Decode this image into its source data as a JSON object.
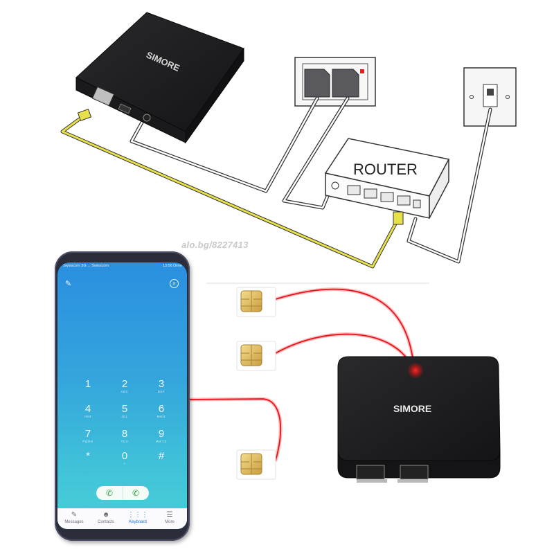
{
  "labels": {
    "router": "ROUTER",
    "brand_top": "SIMORE",
    "brand_bottom": "SIMORE",
    "watermark": "alo.bg/8227413"
  },
  "phone": {
    "status_left": "Swisscom 3G ... Swisscom",
    "status_right": "13:56 Dime",
    "add_contact_icon": "add-contact-icon",
    "close_icon": "close-circle-icon",
    "keys": [
      {
        "digit": "1",
        "letters": ""
      },
      {
        "digit": "2",
        "letters": "ABC"
      },
      {
        "digit": "3",
        "letters": "DEF"
      },
      {
        "digit": "4",
        "letters": "GHI"
      },
      {
        "digit": "5",
        "letters": "JKL"
      },
      {
        "digit": "6",
        "letters": "MNO"
      },
      {
        "digit": "7",
        "letters": "PQRS"
      },
      {
        "digit": "8",
        "letters": "TUV"
      },
      {
        "digit": "9",
        "letters": "WXYZ"
      },
      {
        "digit": "*",
        "letters": ""
      },
      {
        "digit": "0",
        "letters": "+"
      },
      {
        "digit": "#",
        "letters": ""
      }
    ],
    "tabs": [
      {
        "label": "Messages",
        "icon": "chat-icon"
      },
      {
        "label": "Contacts",
        "icon": "contacts-icon"
      },
      {
        "label": "Keyboard",
        "icon": "keypad-icon"
      },
      {
        "label": "More",
        "icon": "menu-icon"
      }
    ]
  },
  "colors": {
    "device": "#1c1c1e",
    "ethernet_cable": "#e6e04a",
    "signal_red": "#e3121b",
    "sim_gold": "#e8c56a",
    "phone_blue": "#2a8fe0"
  }
}
